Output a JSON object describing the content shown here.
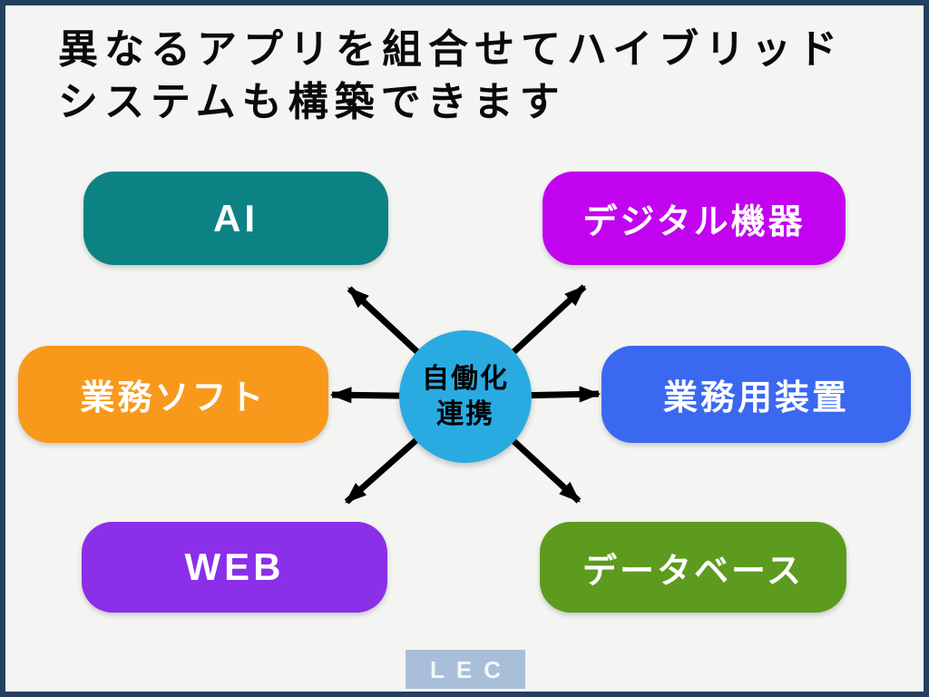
{
  "slide": {
    "title_line1": "異なるアプリを組合せてハイブリッド",
    "title_line2": "システムも構築できます",
    "background": "#F4F5F2",
    "border_color": "#24405E"
  },
  "hub": {
    "label_line1": "自働化",
    "label_line2": "連携",
    "color": "#29ABE2"
  },
  "nodes": [
    {
      "id": "ai",
      "label": "AI",
      "color": "#0D8284",
      "position": "top-left"
    },
    {
      "id": "digital-devices",
      "label": "デジタル機器",
      "color": "#C203F0",
      "position": "top-right"
    },
    {
      "id": "business-software",
      "label": "業務ソフト",
      "color": "#F8991C",
      "position": "middle-left"
    },
    {
      "id": "business-equipment",
      "label": "業務用装置",
      "color": "#3A68F0",
      "position": "middle-right"
    },
    {
      "id": "web",
      "label": "WEB",
      "color": "#8B2FE9",
      "position": "bottom-left"
    },
    {
      "id": "database",
      "label": "データベース",
      "color": "#5C9B1E",
      "position": "bottom-right"
    }
  ],
  "arrows": {
    "color": "#000000"
  },
  "logo": {
    "text": "LEC",
    "background": "#A9BFD9"
  }
}
